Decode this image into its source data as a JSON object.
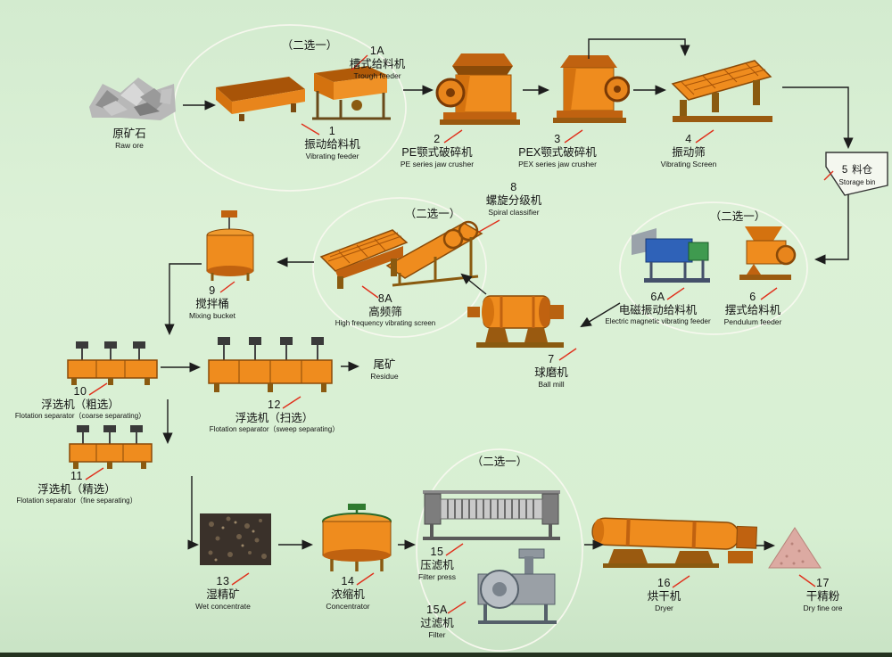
{
  "choose_label": "（二选一）",
  "colors": {
    "background": "#d7efd2",
    "machine_orange": "#ef8c1e",
    "leader_red": "#e0301c",
    "arrow_black": "#1d1d1d",
    "em_feeder_blue": "#2f62b8"
  },
  "nodes": {
    "raw_ore": {
      "zh": "原矿石",
      "en": "Raw ore"
    },
    "trough_feeder": {
      "num": "1A",
      "zh": "槽式给料机",
      "en": "Trough feeder"
    },
    "vibrating_feeder": {
      "num": "1",
      "zh": "振动给料机",
      "en": "Vibrating feeder"
    },
    "pe_jaw_crusher": {
      "num": "2",
      "zh": "PE颚式破碎机",
      "en": "PE series jaw crusher"
    },
    "pex_jaw_crusher": {
      "num": "3",
      "zh": "PEX颚式破碎机",
      "en": "PEX series jaw crusher"
    },
    "vibrating_screen": {
      "num": "4",
      "zh": "振动筛",
      "en": "Vibrating Screen"
    },
    "storage_bin": {
      "num": "5",
      "zh": "料仓",
      "en": "Storage bin"
    },
    "pendulum_feeder": {
      "num": "6",
      "zh": "摆式给料机",
      "en": "Pendulum feeder"
    },
    "em_feeder": {
      "num": "6A",
      "zh": "电磁振动给料机",
      "en": "Electric magnetic vibrating feeder"
    },
    "ball_mill": {
      "num": "7",
      "zh": "球磨机",
      "en": "Ball mill"
    },
    "spiral_classifier": {
      "num": "8",
      "zh": "螺旋分级机",
      "en": "Spiral classifier"
    },
    "hf_screen": {
      "num": "8A",
      "zh": "高频筛",
      "en": "High frequency vibrating screen"
    },
    "mixing_bucket": {
      "num": "9",
      "zh": "搅拌桶",
      "en": "Mixing bucket"
    },
    "flotation_coarse": {
      "num": "10",
      "zh": "浮选机（粗选）",
      "en": "Flotation separator（coarse separating）"
    },
    "flotation_fine": {
      "num": "11",
      "zh": "浮选机（精选）",
      "en": "Flotation separator（fine separating）"
    },
    "flotation_sweep": {
      "num": "12",
      "zh": "浮选机（扫选）",
      "en": "Flotation separator（sweep separating）"
    },
    "residue": {
      "zh": "尾矿",
      "en": "Residue"
    },
    "wet_concentrate": {
      "num": "13",
      "zh": "湿精矿",
      "en": "Wet concentrate"
    },
    "concentrator": {
      "num": "14",
      "zh": "浓缩机",
      "en": "Concentrator"
    },
    "filter_press": {
      "num": "15",
      "zh": "压滤机",
      "en": "Filter press"
    },
    "filter": {
      "num": "15A",
      "zh": "过滤机",
      "en": "Filter"
    },
    "dryer": {
      "num": "16",
      "zh": "烘干机",
      "en": "Dryer"
    },
    "dry_fine_ore": {
      "num": "17",
      "zh": "干精粉",
      "en": "Dry fine ore"
    }
  }
}
